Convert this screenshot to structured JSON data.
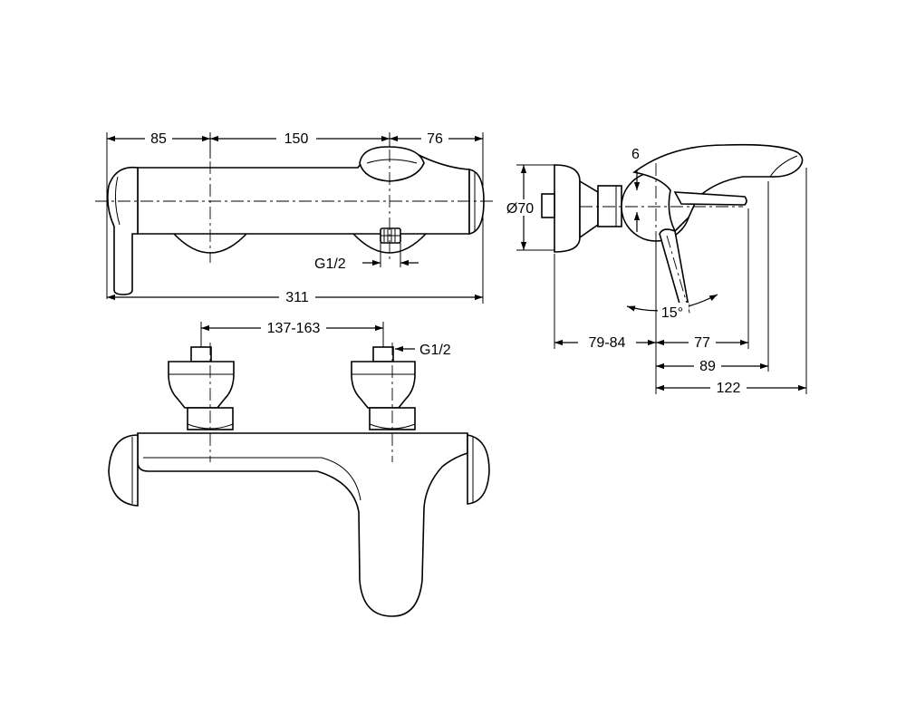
{
  "front_view": {
    "dim_left": "85",
    "dim_middle": "150",
    "dim_right": "76",
    "dim_overall": "311",
    "thread_outlet": "G1/2"
  },
  "top_view": {
    "dim_inlets": "137-163",
    "thread_inlet": "G1/2"
  },
  "side_view": {
    "dim_diameter": "Ø70",
    "dim_gap": "6",
    "dim_angle": "15°",
    "dim_projection_wall": "79-84",
    "dim_lever": "77",
    "dim_spout": "89",
    "dim_depth": "122"
  }
}
